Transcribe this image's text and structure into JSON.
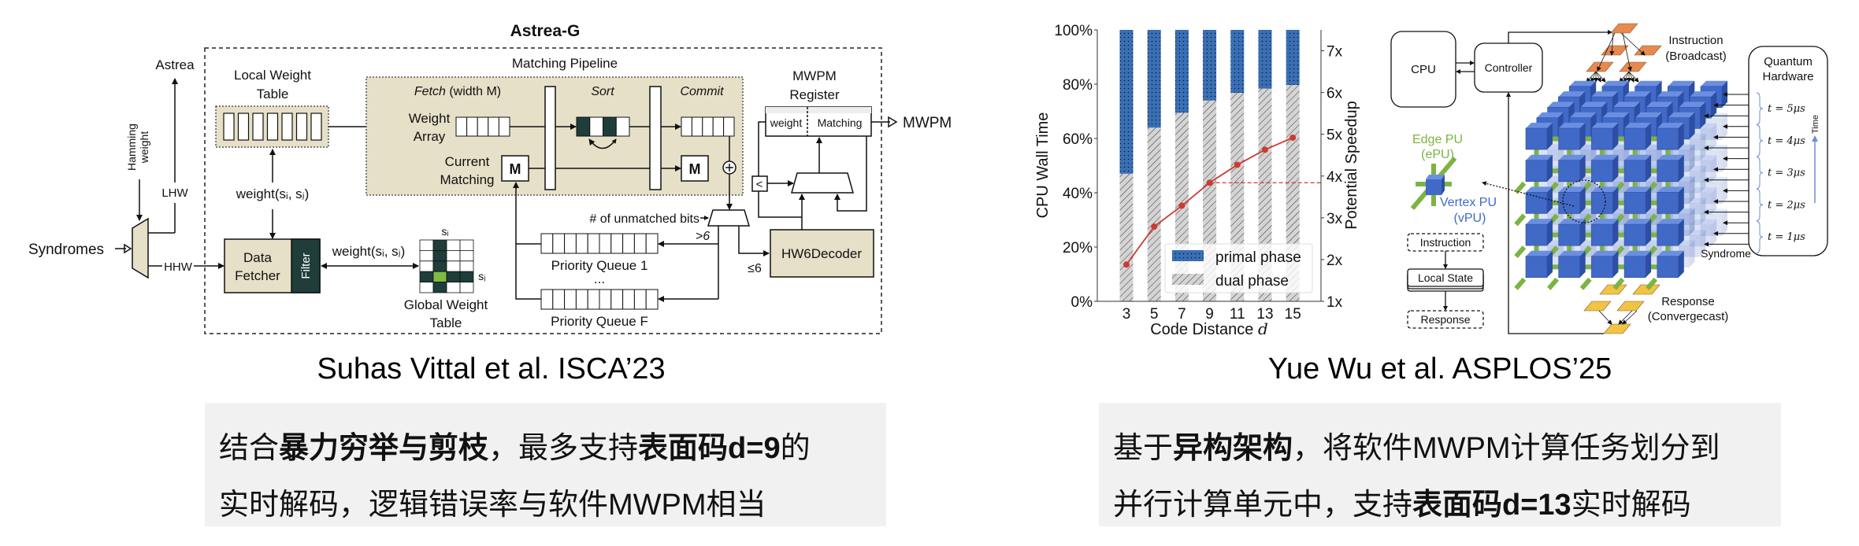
{
  "left_figure": {
    "title": "Astrea-G",
    "astrea": "Astrea",
    "hamming_1": "Hamming",
    "hamming_2": "weight",
    "lhw": "LHW",
    "hhw": "HHW",
    "syndromes": "Syndromes",
    "local_table_1": "Local Weight",
    "local_table_2": "Table",
    "weight_label": "weight(sᵢ, sⱼ)",
    "weight_label_2": "weight(sᵢ, sⱼ)",
    "matching_pipeline": "Matching Pipeline",
    "fetch": "Fetch",
    "fetch_width": " (width M)",
    "sort": "Sort",
    "commit": "Commit",
    "weight_array_1": "Weight",
    "weight_array_2": "Array",
    "current_matching_1": "Current",
    "current_matching_2": "Matching",
    "m": "M",
    "mwpm_register_1": "MWPM",
    "mwpm_register_2": "Register",
    "reg_weight": "weight",
    "reg_matching": "Matching",
    "output": "MWPM",
    "less_than": "<",
    "unmatched": "# of unmatched bits",
    "gt6": ">6",
    "le6": "≤6",
    "hw6decoder": "HW6Decoder",
    "pq1": "Priority Queue 1",
    "ellipsis": "...",
    "pqf": "Priority Queue F",
    "data_fetcher_1": "Data",
    "data_fetcher_2": "Fetcher",
    "filter": "Filter",
    "si": "sᵢ",
    "sj": "sⱼ",
    "global_table_1": "Global Weight",
    "global_table_2": "Table",
    "colors": {
      "beige": "#e6e0c8",
      "dark_teal": "#1f3d3a",
      "green": "#7dbb42"
    }
  },
  "left_caption": "Suhas Vittal et al. ISCA’23",
  "left_summary": {
    "l1": [
      "结合",
      "暴力穷举与剪枝",
      "，最多支持",
      "表面码d=9",
      "的"
    ],
    "l2": "实时解码，逻辑错误率与软件MWPM相当"
  },
  "chart_data": {
    "type": "bar+line",
    "categories": [
      3,
      5,
      7,
      9,
      11,
      13,
      15
    ],
    "xlabel": "Code Distance",
    "xlabel_var": "d",
    "ylabel": "CPU Wall Time",
    "y2label": "Potential Speedup",
    "ylim": [
      0,
      100
    ],
    "y2lim": [
      1,
      7.5
    ],
    "y_ticks": [
      "0%",
      "20%",
      "40%",
      "60%",
      "80%",
      "100%"
    ],
    "y2_ticks": [
      "1x",
      "2x",
      "3x",
      "4x",
      "5x",
      "6x",
      "7x"
    ],
    "series": [
      {
        "name": "dual phase",
        "kind": "stacked-bar",
        "values": [
          47,
          64,
          69.5,
          74,
          76.8,
          78.4,
          79.7
        ],
        "color": "#d4d4d4",
        "pattern": "hatch"
      },
      {
        "name": "primal phase",
        "kind": "stacked-bar",
        "values": [
          53,
          36,
          30.5,
          26,
          23.2,
          21.6,
          20.3
        ],
        "color": "#3a6fb5",
        "pattern": "dots"
      },
      {
        "kind": "line",
        "axis": "right",
        "values": [
          1.88,
          2.79,
          3.29,
          3.84,
          4.27,
          4.63,
          4.92
        ],
        "color": "#cc3b33"
      }
    ],
    "reference_line": {
      "axis": "right",
      "value": 3.84,
      "from_category": 9,
      "style": "dashed",
      "color": "#cc3b33"
    },
    "legend": [
      "primal phase",
      "dual phase"
    ],
    "legend_position": "bottom-right",
    "grid": false
  },
  "right_figure": {
    "cpu": "CPU",
    "controller": "Controller",
    "instruction_bc_1": "Instruction",
    "instruction_bc_2": "(Broadcast)",
    "quantum_1": "Quantum",
    "quantum_2": "Hardware",
    "time_labels": [
      "t = 5μs",
      "t = 4μs",
      "t = 3μs",
      "t = 2μs",
      "t = 1μs"
    ],
    "time": "Time",
    "edge_pu_1": "Edge PU",
    "edge_pu_2": "(ePU)",
    "vertex_pu_1": "Vertex PU",
    "vertex_pu_2": "(vPU)",
    "instruction": "Instruction",
    "local_state": "Local State",
    "response": "Response",
    "syndrome": "Syndrome",
    "response_cc_1": "Response",
    "response_cc_2": "(Convergecast)",
    "colors": {
      "vpu": "#4169c8",
      "epu": "#7cb342",
      "broadcast": "#e8894f",
      "convergecast": "#f2c443"
    }
  },
  "right_caption": "Yue Wu et al. ASPLOS’25",
  "right_summary": {
    "l1": [
      "基于",
      "异构架构",
      "，将软件MWPM计算任务划分到"
    ],
    "l2": [
      "并行计算单元中，支持",
      "表面码d=13",
      "实时解码"
    ]
  }
}
